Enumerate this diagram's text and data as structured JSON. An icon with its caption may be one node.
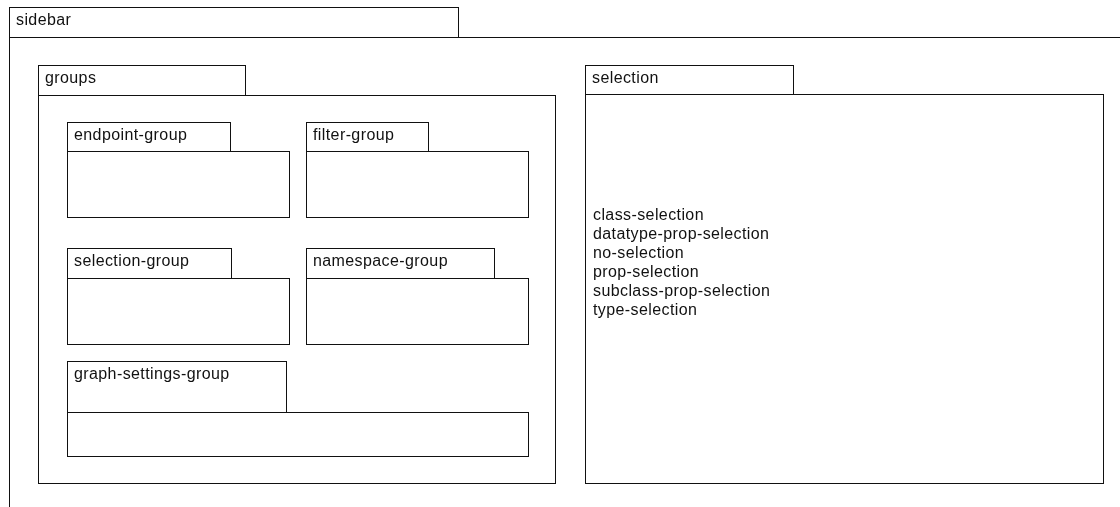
{
  "diagram": {
    "nodes": [
      {
        "text": [
          "sidebar"
        ]
      },
      {
        "text": [
          "groups"
        ],
        "in": 0
      },
      {
        "text": [
          "endpoint-group"
        ],
        "in": 1
      },
      {
        "text": [
          "filter-group"
        ],
        "in": 1
      },
      {
        "text": [
          "selection-group"
        ],
        "in": 1
      },
      {
        "text": [
          "namespace-group"
        ],
        "in": 1
      },
      {
        "text": [
          "graph-settings-group"
        ],
        "in": 1
      },
      {
        "text": [
          "selection",
          "class-selection",
          "datatype-prop-selection",
          "no-selection",
          "prop-selection",
          "subclass-prop-selection",
          "type-selection"
        ],
        "in": 0
      }
    ],
    "edges": []
  }
}
